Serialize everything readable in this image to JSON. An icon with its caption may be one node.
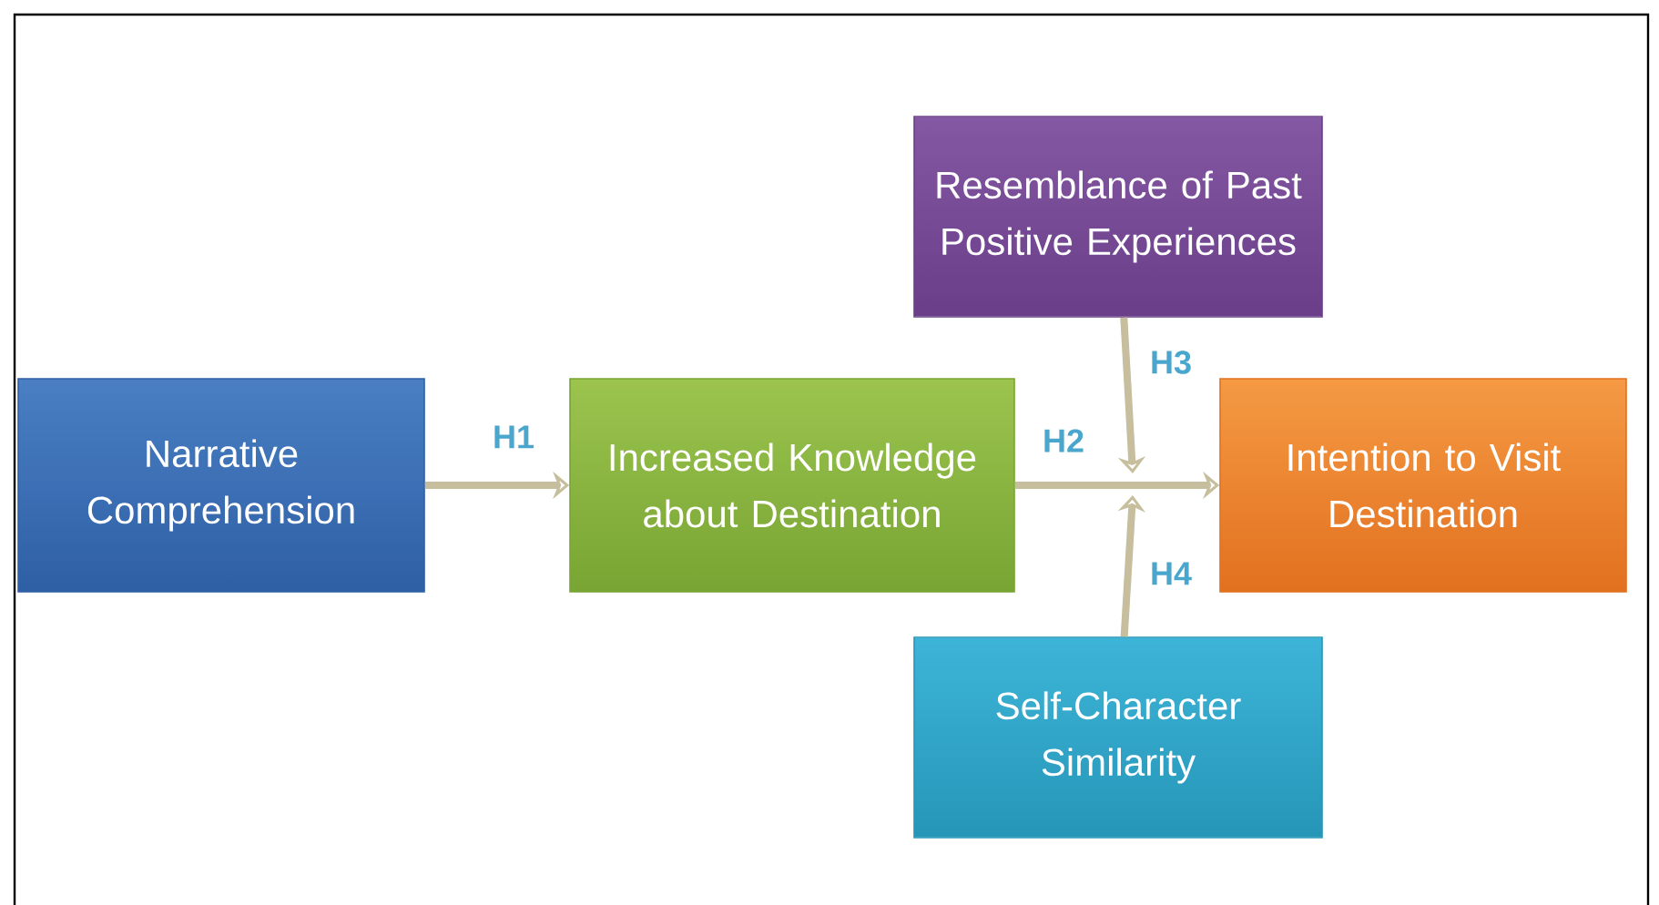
{
  "diagram": {
    "nodes": [
      {
        "text": [
          "Narrative Comprehension"
        ]
      },
      {
        "text": [
          "Increased Knowledge about Destination"
        ]
      },
      {
        "text": [
          "Resemblance of Past Positive Experiences"
        ]
      },
      {
        "text": [
          "Intention to Visit Destination"
        ]
      },
      {
        "text": [
          "Self-Character Similarity"
        ]
      }
    ],
    "edges": [
      {
        "from": 0,
        "to": 1,
        "arrow": "to",
        "label": "H1"
      },
      {
        "from": 1,
        "to": 3,
        "arrow": "to",
        "label": "H2"
      },
      {
        "from": 2,
        "to": null,
        "arrow": "to",
        "label": "H3"
      },
      {
        "from": 4,
        "to": null,
        "arrow": "to",
        "label": "H4"
      }
    ]
  }
}
